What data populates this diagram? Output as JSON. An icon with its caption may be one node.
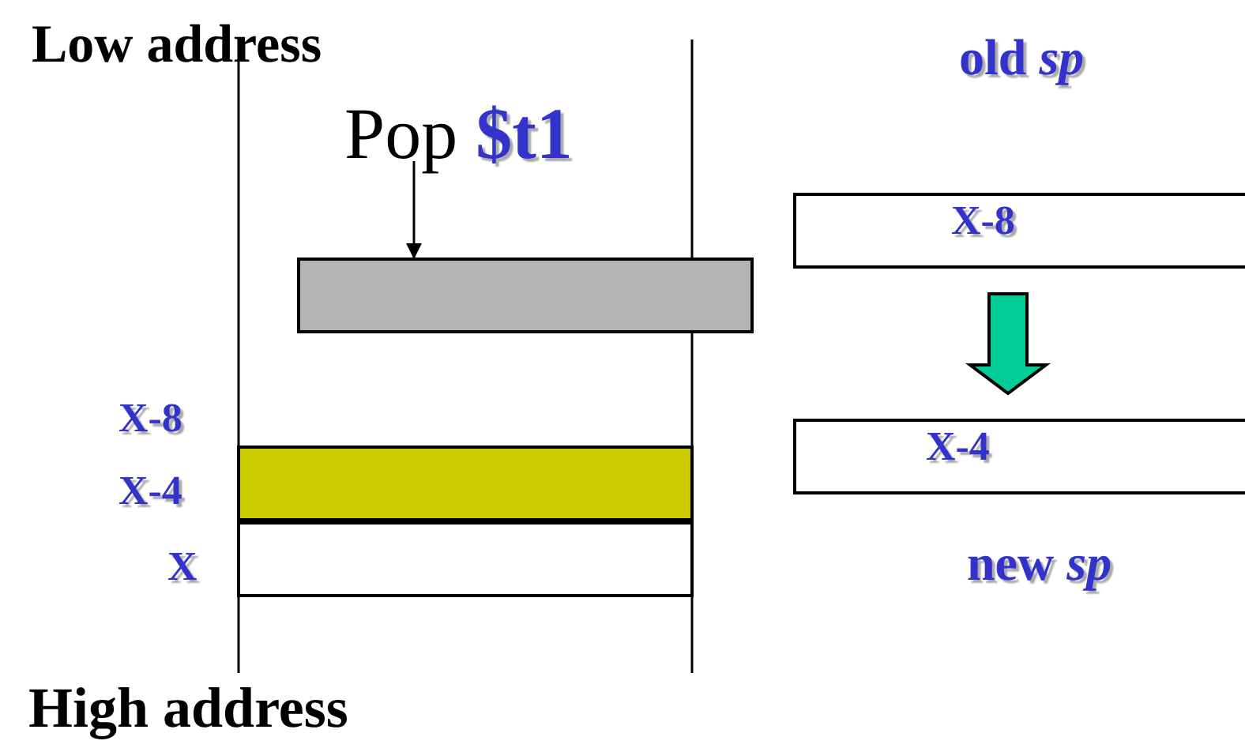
{
  "diagram": {
    "nodes": [
      {
        "text": [
          "Pop **$t1**"
        ]
      },
      {
        "text": [],
        "shape": "box"
      },
      {
        "text": [],
        "shape": "box"
      },
      {
        "text": [],
        "shape": "box"
      },
      {
        "text": [
          "X-8"
        ]
      },
      {
        "text": [
          "X-4"
        ]
      }
    ],
    "edges": [
      {
        "from": 0,
        "to": 1,
        "arrow": "to"
      },
      {
        "from": 4,
        "to": 5,
        "arrow": "to",
        "style": "thick",
        "color": "#00cc99"
      }
    ],
    "labels": [
      "Low address",
      "old *sp*",
      "X-8",
      "X-4",
      "X",
      "new *sp*",
      "High address"
    ]
  }
}
